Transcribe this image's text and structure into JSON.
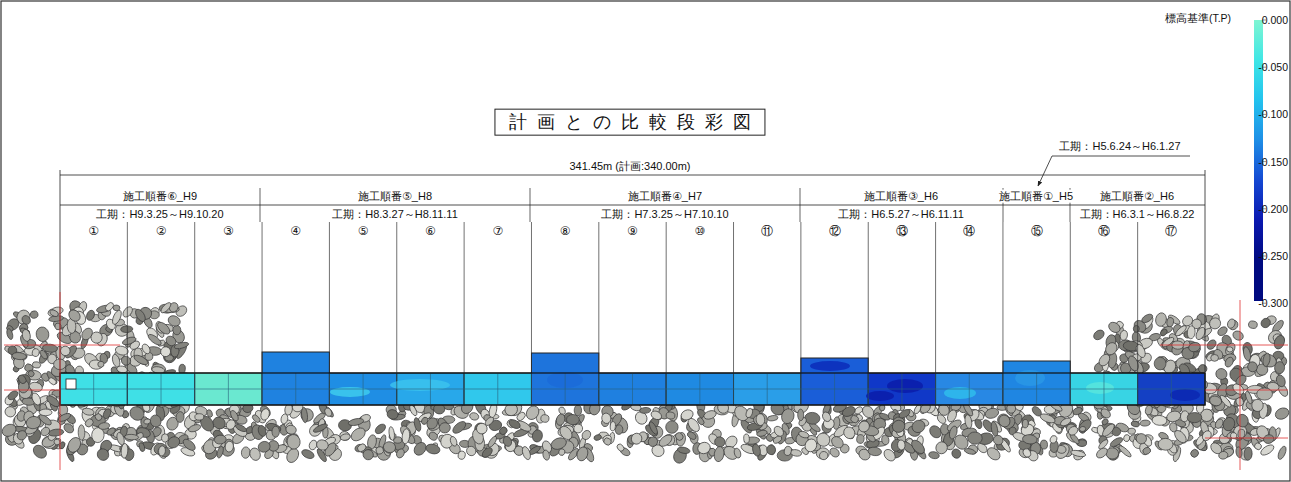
{
  "diagram": {
    "title": "計画との比較段彩図",
    "labels": [
      "標高基準(T.P)",
      "341.45m (計画:340.00m)",
      "工期：H5.6.24～H6.1.27",
      "施工順番⑥_H9",
      "工期：H9.3.25～H9.10.20",
      "施工順番⑤_H8",
      "工期：H8.3.27～H8.11.11",
      "施工順番④_H7",
      "工期：H7.3.25～H7.10.10",
      "施工順番③_H6",
      "工期：H6.5.27～H6.11.11",
      "施工順番①_H5",
      "施工順番②_H6",
      "工期：H6.3.1～H6.8.22",
      "①",
      "②",
      "③",
      "④",
      "⑤",
      "⑥",
      "⑦",
      "⑧",
      "⑨",
      "⑩",
      "⑪",
      "⑫",
      "⑬",
      "⑭",
      "⑮",
      "⑯",
      "⑰"
    ],
    "legend": [
      {
        "text": "0.000",
        "color": "#7ff5d2"
      },
      {
        "text": "-0.050",
        "color": "#3ee6e6"
      },
      {
        "text": "-0.100",
        "color": "#22c2ee"
      },
      {
        "text": "-0.150",
        "color": "#1e8ee6"
      },
      {
        "text": "-0.200",
        "color": "#1448d2"
      },
      {
        "text": "-0.250",
        "color": "#0a18b0"
      },
      {
        "text": "-0.300",
        "color": "#000a80"
      }
    ]
  }
}
